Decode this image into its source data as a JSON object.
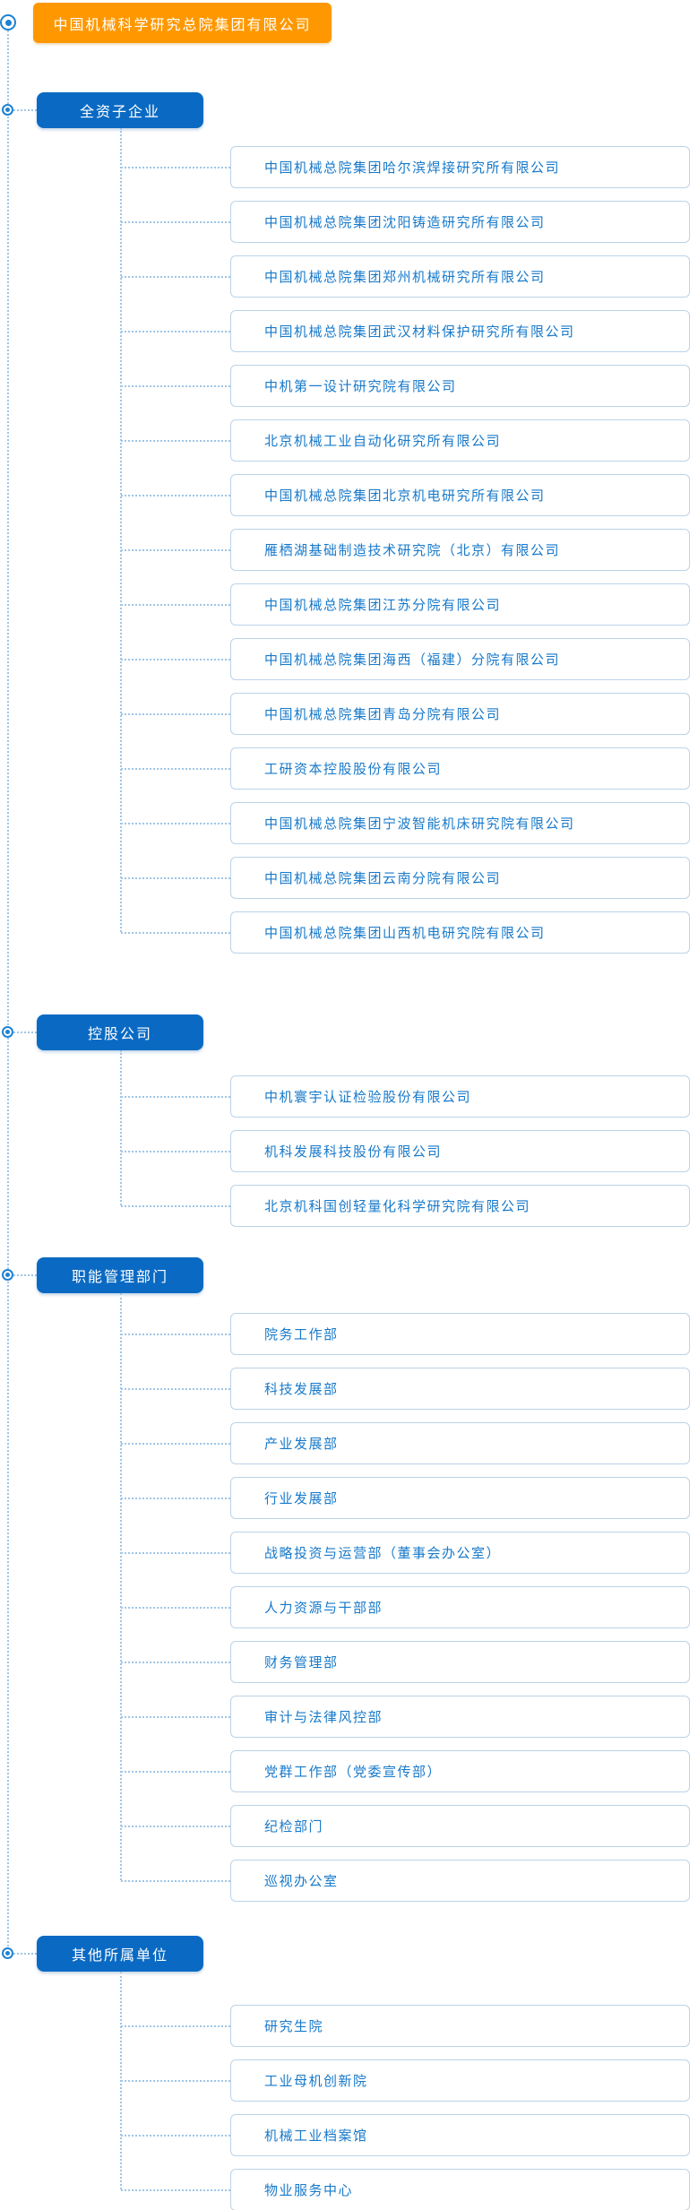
{
  "root": {
    "label": "中国机械科学研究总院集团有限公司"
  },
  "colors": {
    "root_bg": "#FF9800",
    "header_bg": "#0A6AC3",
    "item_text": "#1779CA",
    "item_border": "#BBD3E9",
    "line": "#9EC6E8",
    "icon": "#1E82D2"
  },
  "sections": [
    {
      "label": "全资子企业",
      "items": [
        "中国机械总院集团哈尔滨焊接研究所有限公司",
        "中国机械总院集团沈阳铸造研究所有限公司",
        "中国机械总院集团郑州机械研究所有限公司",
        "中国机械总院集团武汉材料保护研究所有限公司",
        "中机第一设计研究院有限公司",
        "北京机械工业自动化研究所有限公司",
        "中国机械总院集团北京机电研究所有限公司",
        "雁栖湖基础制造技术研究院（北京）有限公司",
        "中国机械总院集团江苏分院有限公司",
        "中国机械总院集团海西（福建）分院有限公司",
        "中国机械总院集团青岛分院有限公司",
        "工研资本控股股份有限公司",
        "中国机械总院集团宁波智能机床研究院有限公司",
        "中国机械总院集团云南分院有限公司",
        "中国机械总院集团山西机电研究院有限公司"
      ]
    },
    {
      "label": "控股公司",
      "items": [
        "中机寰宇认证检验股份有限公司",
        "机科发展科技股份有限公司",
        "北京机科国创轻量化科学研究院有限公司"
      ]
    },
    {
      "label": "职能管理部门",
      "items": [
        "院务工作部",
        "科技发展部",
        "产业发展部",
        "行业发展部",
        "战略投资与运营部（董事会办公室）",
        "人力资源与干部部",
        "财务管理部",
        "审计与法律风控部",
        "党群工作部（党委宣传部）",
        "纪检部门",
        "巡视办公室"
      ]
    },
    {
      "label": "其他所属单位",
      "items": [
        "研究生院",
        "工业母机创新院",
        "机械工业档案馆",
        "物业服务中心"
      ]
    }
  ]
}
